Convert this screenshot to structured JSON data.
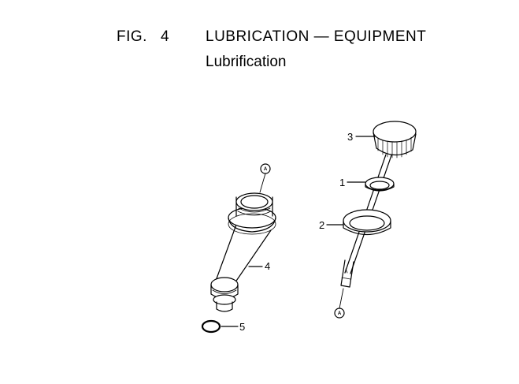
{
  "header": {
    "fig_label": "FIG.",
    "fig_number": "4",
    "title": "LUBRICATION — EQUIPMENT",
    "subtitle": "Lubrification"
  },
  "callouts": {
    "part_1": "1",
    "part_2": "2",
    "part_3": "3",
    "part_4": "4",
    "part_5": "5",
    "ref_a_top": "A",
    "ref_a_bottom": "A"
  }
}
